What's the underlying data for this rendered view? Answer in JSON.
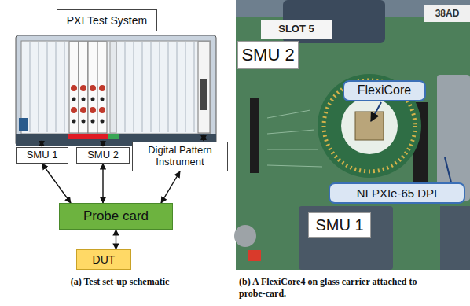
{
  "diagram": {
    "nodes": [
      {
        "text": [
          "PXI Test System"
        ]
      },
      {
        "text": [
          "SMU 1"
        ]
      },
      {
        "text": [
          "SMU 2"
        ]
      },
      {
        "text": [
          "Digital Pattern Instrument"
        ]
      },
      {
        "text": [
          "Probe card"
        ]
      },
      {
        "text": [
          "DUT"
        ]
      },
      {
        "text": [
          "SMU 2"
        ]
      },
      {
        "text": [
          "FlexiCore"
        ]
      },
      {
        "text": [
          "NI PXIe-65 DPI"
        ]
      },
      {
        "text": [
          "SMU 1"
        ]
      }
    ],
    "edges": [
      {
        "from": 1,
        "to": 4,
        "arrow": "both"
      },
      {
        "from": 2,
        "to": 4,
        "arrow": "both"
      },
      {
        "from": 3,
        "to": 4,
        "arrow": "both"
      },
      {
        "from": 4,
        "to": 5,
        "arrow": "both"
      }
    ],
    "labels": [
      "SLOT 5",
      "38AD",
      "(a) Test set-up schematic",
      "(b) A FlexiCore4 on glass carrier attached to probe-card."
    ]
  }
}
